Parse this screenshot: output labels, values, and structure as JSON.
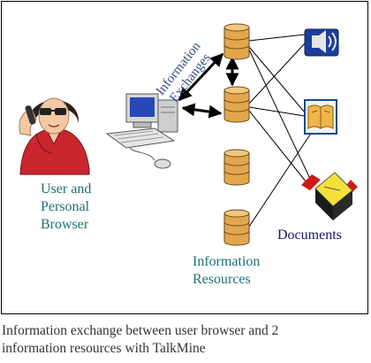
{
  "diagram": {
    "labels": {
      "exchanges_line1": "Information",
      "exchanges_line2": "Exchanges",
      "user_line1": "User and",
      "user_line2": "Personal",
      "user_line3": "Browser",
      "documents": "Documents",
      "resources_line1": "Information",
      "resources_line2": "Resources"
    },
    "colors": {
      "teal_text": "#1f6f6f",
      "navy_text": "#16166e",
      "exchange_text": "#3d4f84",
      "database": "#e2a64c",
      "sweater": "#c9262e"
    },
    "icons": [
      "person-with-phone-icon",
      "computer-icon",
      "database-icon",
      "speaker-document-icon",
      "book-document-icon",
      "book-box-icon"
    ]
  },
  "caption": {
    "line1": "Information exchange between user browser and 2",
    "line2": "information resources with TalkMine"
  }
}
